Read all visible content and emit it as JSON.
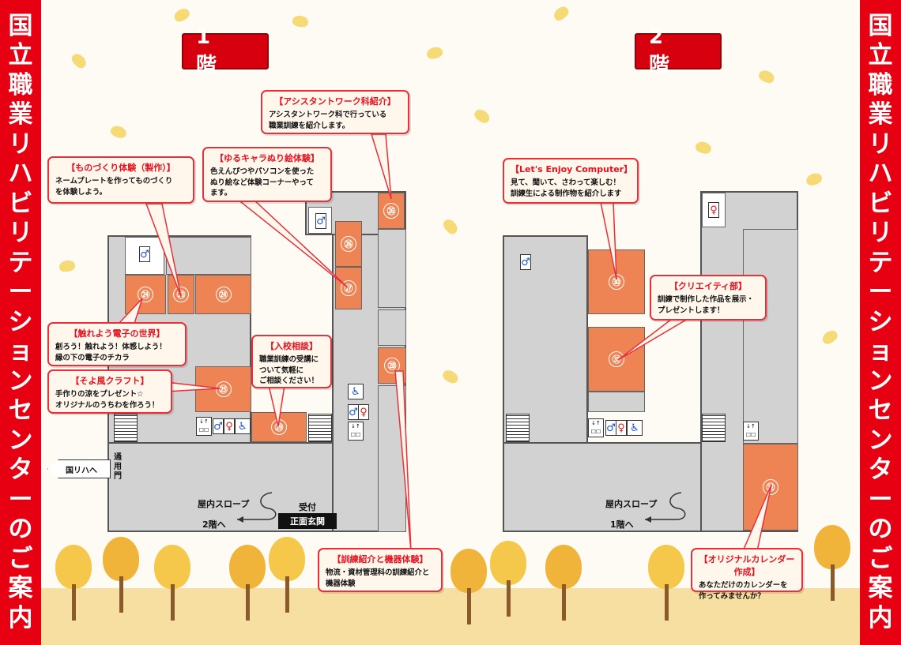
{
  "banner": {
    "left_text": "国立職業リハビリテーションセンターのご案内",
    "right_text": "国立職業リハビリテーションセンターのご案内"
  },
  "floors": {
    "first": "1 階",
    "second": "2 階"
  },
  "rooms_1f": [
    "㉔",
    "㉓",
    "㉔",
    "㉖",
    "㉖",
    "㉗",
    "㉘",
    "㉕",
    "㉙"
  ],
  "rooms_2f": [
    "㉚",
    "㉛",
    "㉜"
  ],
  "labels_1f": {
    "kokuriha": "国リハへ",
    "tsuyomon": "通用門",
    "slope": "屋内スロープ",
    "to2f": "2階へ",
    "reception": "受付",
    "entrance": "正面玄関"
  },
  "labels_2f": {
    "slope": "屋内スロープ",
    "to1f": "1階へ"
  },
  "callouts": [
    {
      "id": "assistant",
      "title": "【アシスタントワーク科紹介】",
      "body": "アシスタントワーク科で行っている\n職業訓練を紹介します。"
    },
    {
      "id": "yurukyara",
      "title": "【ゆるキャラぬり絵体験】",
      "body": "色えんぴつやパソコンを使った\nぬり絵など体験コーナーやって\nます。"
    },
    {
      "id": "monozukuri",
      "title": "【ものづくり体験（製作）】",
      "body": "ネームプレートを作ってものづくり\nを体験しよう。"
    },
    {
      "id": "denshi",
      "title": "【触れよう電子の世界】",
      "body": "創ろう！触れよう！体感しよう！\n縁の下の電子のチカラ"
    },
    {
      "id": "craft",
      "title": "【そよ風クラフト】",
      "body": "手作りの涼をプレゼント☆\nオリジナルのうちわを作ろう！"
    },
    {
      "id": "nyuko",
      "title": "【入校相談】",
      "body": "職業訓練の受講に\nついて気軽に\nご相談ください！"
    },
    {
      "id": "kunren",
      "title": "【訓練紹介と機器体験】",
      "body": "物流・資材管理科の訓練紹介と\n機器体験"
    },
    {
      "id": "computer",
      "title": "【Let's Enjoy Computer】",
      "body": "見て、聞いて、さわって楽しむ！\n訓練生による制作物を紹介します"
    },
    {
      "id": "creative",
      "title": "【クリエイティ部】",
      "body": "訓練で制作した作品を展示・\nプレゼントします！"
    },
    {
      "id": "calendar",
      "title": "【オリジナルカレンダー作成】",
      "body": "あなただけのカレンダーを\n作ってみませんか？"
    }
  ],
  "icons": [
    "male-toilet-icon",
    "female-toilet-icon",
    "wheelchair-icon",
    "elevator-icon",
    "stairs-icon",
    "arrow-left-icon",
    "maple-leaf-icon",
    "tree-icon"
  ],
  "colors": {
    "banner": "#e60012",
    "room_highlight": "#ee8454",
    "callout_border": "#e8303a",
    "title_text": "#e8101e"
  }
}
